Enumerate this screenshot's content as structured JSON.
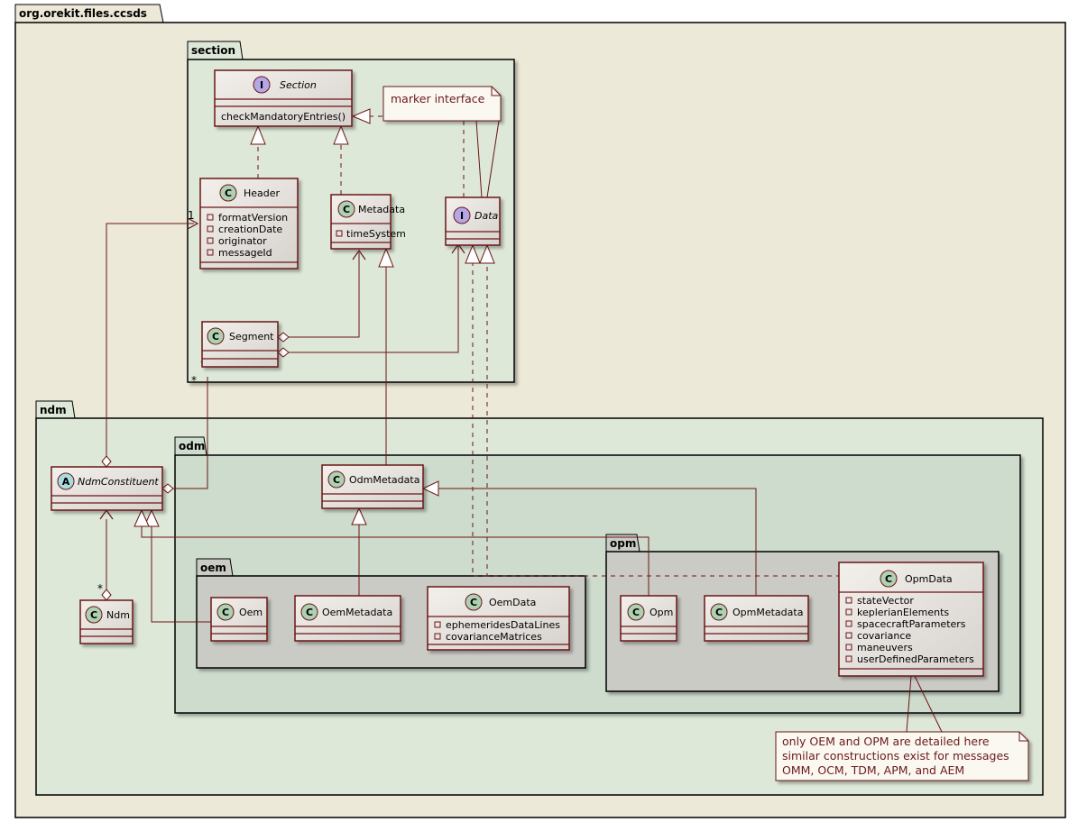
{
  "colors": {
    "root_pkg": "#ece9d8",
    "pkg_light": "#dde8d8",
    "pkg_mid": "#cddccc",
    "pkg_grey": "#cbcbc6",
    "class_fill": "#f0ece8",
    "class_fill_dark": "#d8d4d0",
    "border": "#6b1515",
    "note_fill": "#fbf8f2",
    "badge_class": "#add1b2",
    "badge_interface": "#b4a7e5",
    "badge_abstract": "#a9dcdf"
  },
  "packages": {
    "root": "org.orekit.files.ccsds",
    "section": "section",
    "ndm": "ndm",
    "odm": "odm",
    "oem": "oem",
    "opm": "opm"
  },
  "classes": {
    "section": {
      "name": "Section",
      "stereotype": "I",
      "methods": [
        "checkMandatoryEntries()"
      ]
    },
    "header": {
      "name": "Header",
      "stereotype": "C",
      "attributes": [
        "formatVersion",
        "creationDate",
        "originator",
        "messageId"
      ]
    },
    "metadata": {
      "name": "Metadata",
      "stereotype": "C",
      "attributes": [
        "timeSystem"
      ]
    },
    "data": {
      "name": "Data",
      "stereotype": "I"
    },
    "segment": {
      "name": "Segment",
      "stereotype": "C"
    },
    "ndmConstituent": {
      "name": "NdmConstituent",
      "stereotype": "A"
    },
    "ndm": {
      "name": "Ndm",
      "stereotype": "C"
    },
    "odmMetadata": {
      "name": "OdmMetadata",
      "stereotype": "C"
    },
    "oem": {
      "name": "Oem",
      "stereotype": "C"
    },
    "oemMetadata": {
      "name": "OemMetadata",
      "stereotype": "C"
    },
    "oemData": {
      "name": "OemData",
      "stereotype": "C",
      "attributes": [
        "ephemeridesDataLines",
        "covarianceMatrices"
      ]
    },
    "opm": {
      "name": "Opm",
      "stereotype": "C"
    },
    "opmMetadata": {
      "name": "OpmMetadata",
      "stereotype": "C"
    },
    "opmData": {
      "name": "OpmData",
      "stereotype": "C",
      "attributes": [
        "stateVector",
        "keplerianElements",
        "spacecraftParameters",
        "covariance",
        "maneuvers",
        "userDefinedParameters"
      ]
    }
  },
  "notes": {
    "marker": "marker interface",
    "detail": [
      "only OEM and OPM are detailed here",
      "similar constructions exist for messages",
      "OMM, OCM, TDM, APM, and AEM"
    ]
  },
  "multiplicities": {
    "header_one": "1",
    "segment_many": "*",
    "ndm_many": "*"
  }
}
